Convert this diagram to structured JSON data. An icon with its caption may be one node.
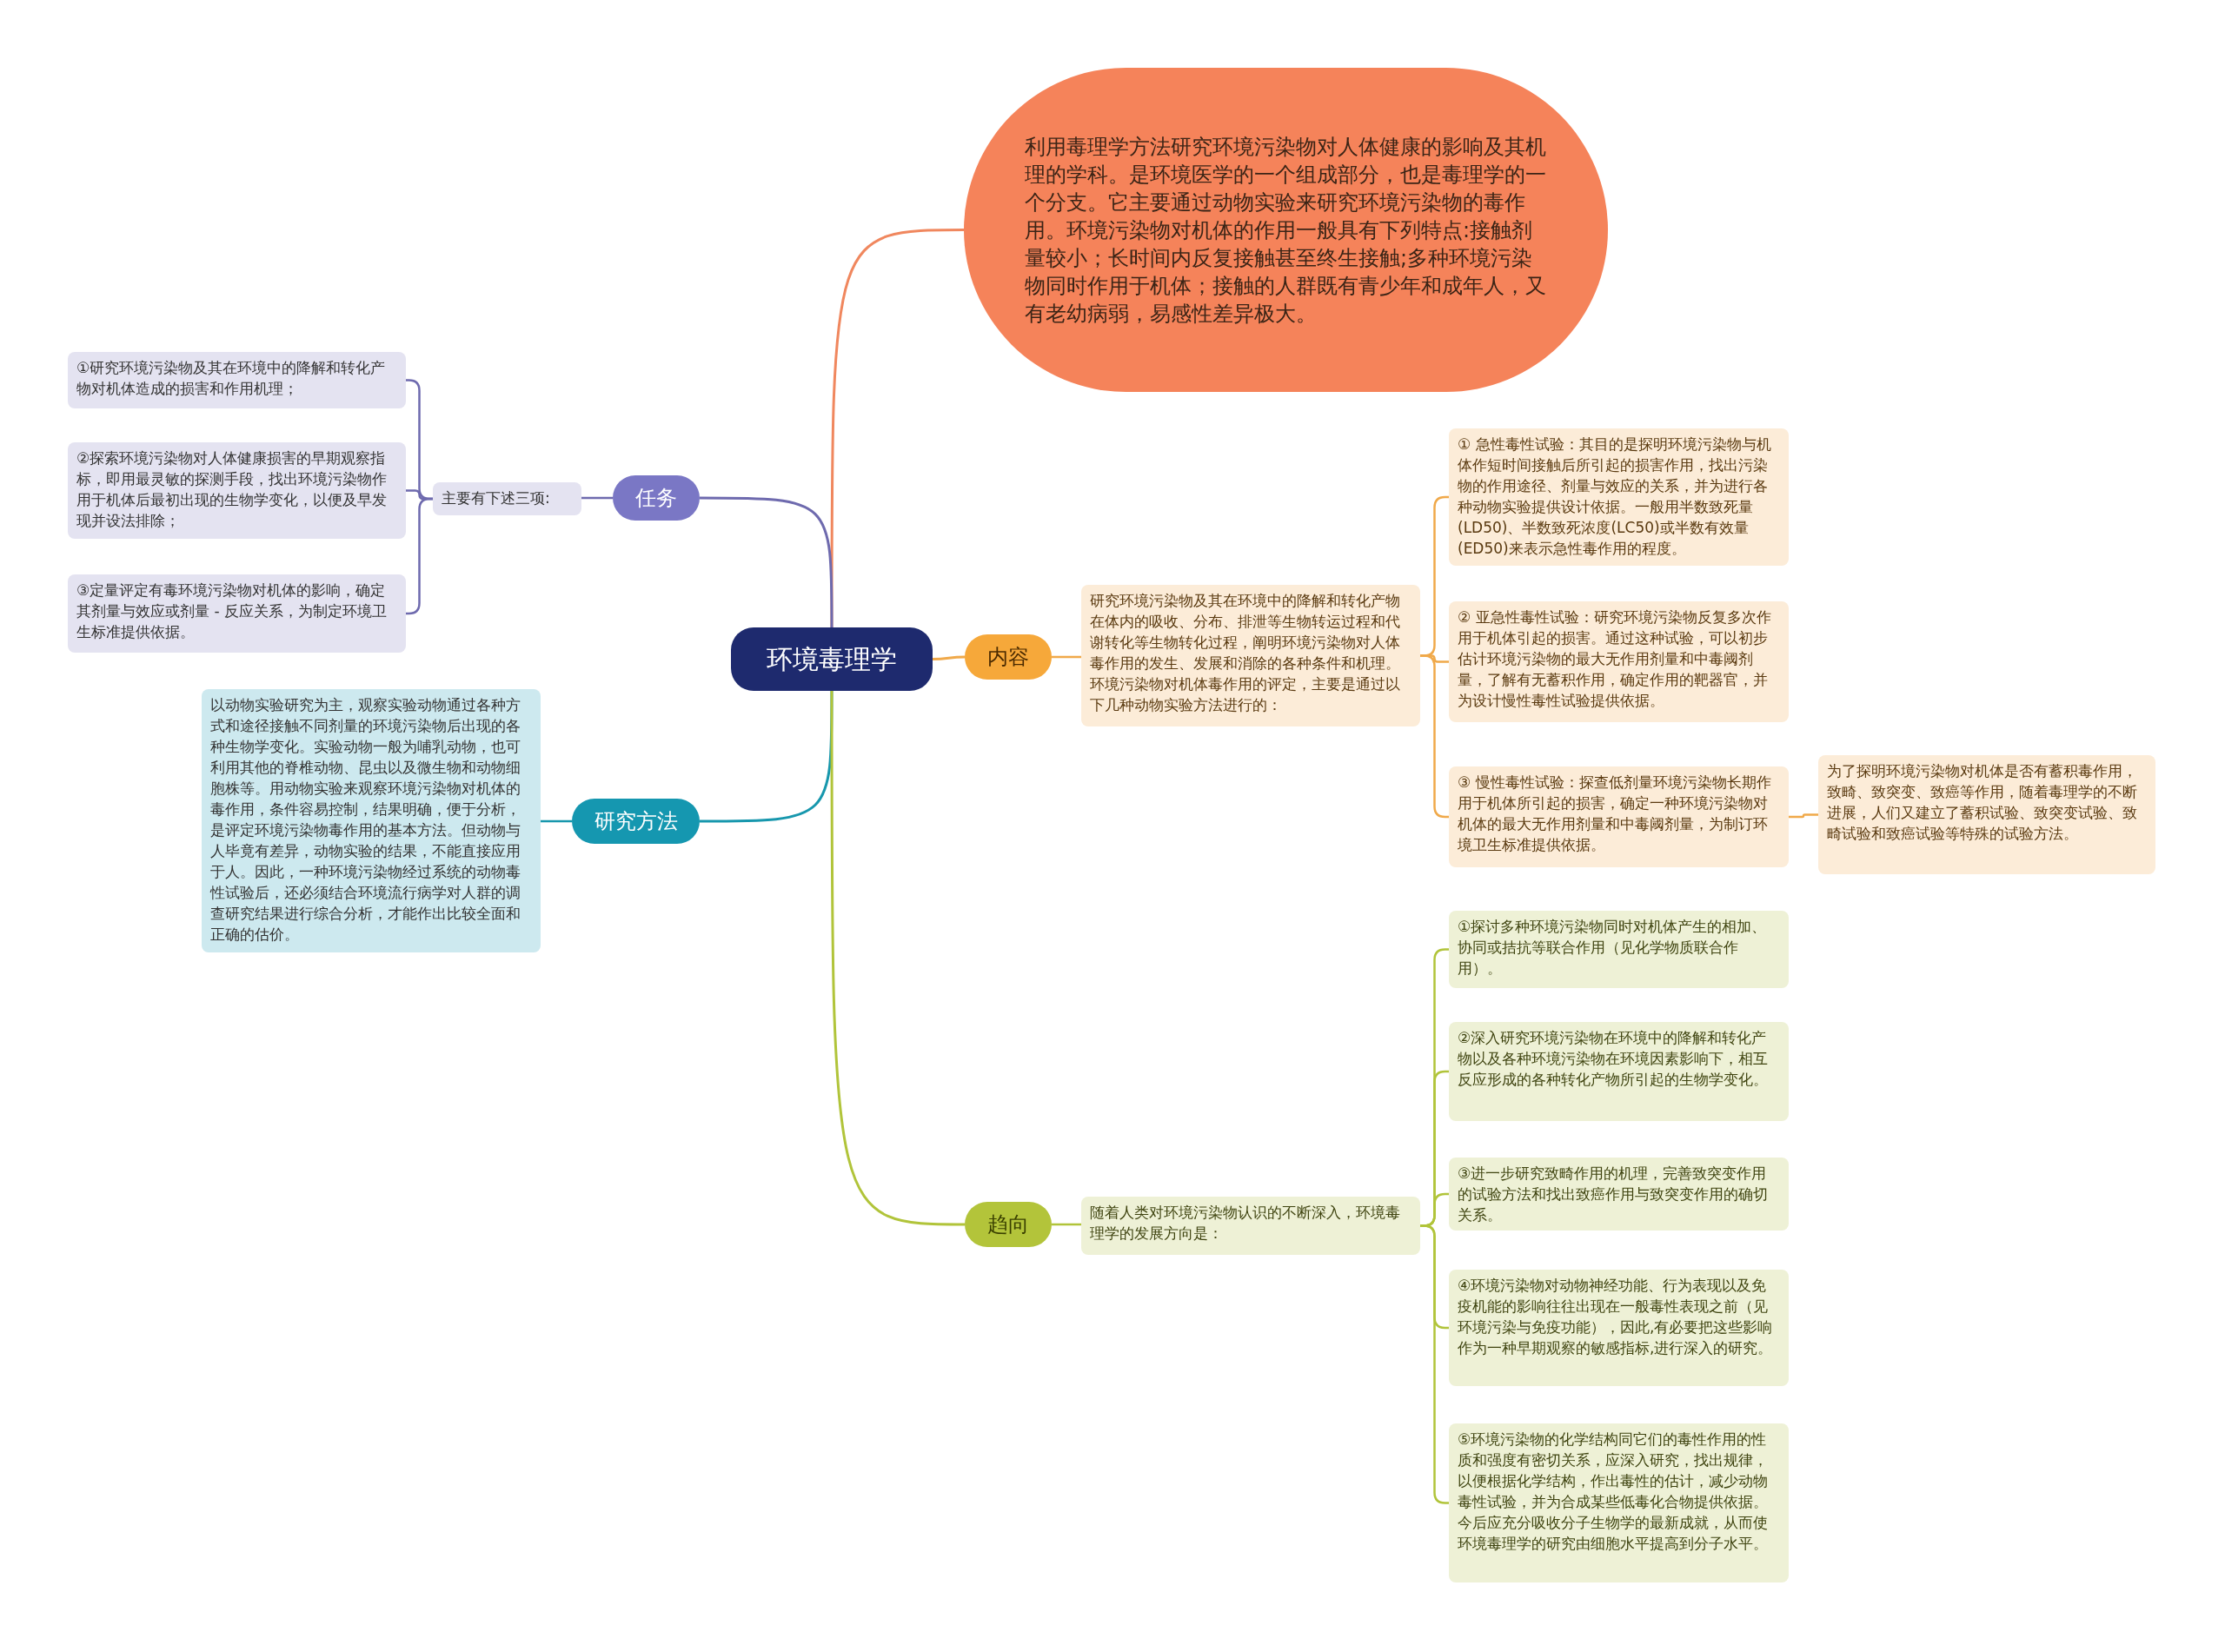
{
  "diagram": {
    "nodes": [
      {
        "text": [
          "环境毒理学"
        ]
      },
      {
        "text": [
          "利用毒理学方法研究环境污染物对人体健康的影响及其机理的学科。是环境医学的一个组成部分，也是毒理学的一个分支。它主要通过动物实验来研究环境污染物的毒作用。环境污染物对机体的作用一般具有下列特点:接触剂量较小；长时间内反复接触甚至终生接触;多种环境污染物同时作用于机体；接触的人群既有青少年和成年人，又有老幼病弱，易感性差异极大。"
        ]
      },
      {
        "text": [
          "任务"
        ]
      },
      {
        "text": [
          "主要有下述三项:"
        ]
      },
      {
        "text": [
          "①研究环境污染物及其在环境中的降解和转化产物对机体造成的损害和作用机理；"
        ]
      },
      {
        "text": [
          "②探索环境污染物对人体健康损害的早期观察指标，即用最灵敏的探测手段，找出环境污染物作用于机体后最初出现的生物学变化，以便及早发现并设法排除；"
        ]
      },
      {
        "text": [
          "③定量评定有毒环境污染物对机体的影响，确定其剂量与效应或剂量 - 反应关系，为制定环境卫生标准提供依据。"
        ]
      },
      {
        "text": [
          "研究方法"
        ]
      },
      {
        "text": [
          "以动物实验研究为主，观察实验动物通过各种方式和途径接触不同剂量的环境污染物后出现的各种生物学变化。实验动物一般为哺乳动物，也可利用其他的脊椎动物、昆虫以及微生物和动物细胞株等。用动物实验来观察环境污染物对机体的毒作用，条件容易控制，结果明确，便于分析，是评定环境污染物毒作用的基本方法。但动物与人毕竟有差异，动物实验的结果，不能直接应用于人。因此，一种环境污染物经过系统的动物毒性试验后，还必须结合环境流行病学对人群的调查研究结果进行综合分析，才能作出比较全面和正确的估价。"
        ]
      },
      {
        "text": [
          "内容"
        ]
      },
      {
        "text": [
          "研究环境污染物及其在环境中的降解和转化产物在体内的吸收、分布、排泄等生物转运过程和代谢转化等生物转化过程，阐明环境污染物对人体毒作用的发生、发展和消除的各种条件和机理。环境污染物对机体毒作用的评定，主要是通过以下几种动物实验方法进行的："
        ]
      },
      {
        "text": [
          "① 急性毒性试验：其目的是探明环境污染物与机体作短时间接触后所引起的损害作用，找出污染物的作用途径、剂量与效应的关系，并为进行各种动物实验提供设计依据。一般用半数致死量 (LD50)、半数致死浓度(LC50)或半数有效量(ED50)来表示急性毒作用的程度。"
        ]
      },
      {
        "text": [
          "② 亚急性毒性试验：研究环境污染物反复多次作用于机体引起的损害。通过这种试验，可以初步估计环境污染物的最大无作用剂量和中毒阈剂量，了解有无蓄积作用，确定作用的靶器官，并为设计慢性毒性试验提供依据。"
        ]
      },
      {
        "text": [
          "③ 慢性毒性试验：探查低剂量环境污染物长期作用于机体所引起的损害，确定一种环境污染物对机体的最大无作用剂量和中毒阈剂量，为制订环境卫生标准提供依据。"
        ]
      },
      {
        "text": [
          "为了探明环境污染物对机体是否有蓄积毒作用，致畸、致突变、致癌等作用，随着毒理学的不断进展，人们又建立了蓄积试验、致突变试验、致畸试验和致癌试验等特殊的试验方法。"
        ]
      },
      {
        "text": [
          "趋向"
        ]
      },
      {
        "text": [
          "随着人类对环境污染物认识的不断深入，环境毒理学的发展方向是："
        ]
      },
      {
        "text": [
          "①探讨多种环境污染物同时对机体产生的相加、协同或拮抗等联合作用（见化学物质联合作用）。"
        ]
      },
      {
        "text": [
          "②深入研究环境污染物在环境中的降解和转化产物以及各种环境污染物在环境因素影响下，相互反应形成的各种转化产物所引起的生物学变化。"
        ]
      },
      {
        "text": [
          "③进一步研究致畸作用的机理，完善致突变作用的试验方法和找出致癌作用与致突变作用的确切关系。"
        ]
      },
      {
        "text": [
          "④环境污染物对动物神经功能、行为表现以及免疫机能的影响往往出现在一般毒性表现之前（见环境污染与免疫功能），因此,有必要把这些影响作为一种早期观察的敏感指标,进行深入的研究。"
        ]
      },
      {
        "text": [
          "⑤环境污染物的化学结构同它们的毒性作用的性质和强度有密切关系，应深入研究，找出规律，以便根据化学结构，作出毒性的估计，减少动物毒性试验，并为合成某些低毒化合物提供依据。今后应充分吸收分子生物学的最新成就，从而使环境毒理学的研究由细胞水平提高到分子水平。"
        ]
      }
    ],
    "edges": [
      {
        "from": 0,
        "to": 1,
        "arrow": "none",
        "color": "#f0875e"
      },
      {
        "from": 0,
        "to": 2,
        "arrow": "none",
        "color": "#6e6aae"
      },
      {
        "from": 2,
        "to": 3,
        "arrow": "none",
        "color": "#6e6aae"
      },
      {
        "from": 3,
        "to": 4,
        "arrow": "none",
        "color": "#6e6aae"
      },
      {
        "from": 3,
        "to": 5,
        "arrow": "none",
        "color": "#6e6aae"
      },
      {
        "from": 3,
        "to": 6,
        "arrow": "none",
        "color": "#6e6aae"
      },
      {
        "from": 0,
        "to": 7,
        "arrow": "none",
        "color": "#1797ad"
      },
      {
        "from": 7,
        "to": 8,
        "arrow": "none",
        "color": "#1797ad"
      },
      {
        "from": 0,
        "to": 9,
        "arrow": "none",
        "color": "#f0a94a"
      },
      {
        "from": 9,
        "to": 10,
        "arrow": "none",
        "color": "#f0a94a"
      },
      {
        "from": 10,
        "to": 11,
        "arrow": "none",
        "color": "#f0a94a"
      },
      {
        "from": 10,
        "to": 12,
        "arrow": "none",
        "color": "#f0a94a"
      },
      {
        "from": 10,
        "to": 13,
        "arrow": "none",
        "color": "#f0a94a"
      },
      {
        "from": 13,
        "to": 14,
        "arrow": "none",
        "color": "#f0a94a"
      },
      {
        "from": 0,
        "to": 15,
        "arrow": "none",
        "color": "#b1c43a"
      },
      {
        "from": 15,
        "to": 16,
        "arrow": "none",
        "color": "#b1c43a"
      },
      {
        "from": 16,
        "to": 17,
        "arrow": "none",
        "color": "#b1c43a"
      },
      {
        "from": 16,
        "to": 18,
        "arrow": "none",
        "color": "#b1c43a"
      },
      {
        "from": 16,
        "to": 19,
        "arrow": "none",
        "color": "#b1c43a"
      },
      {
        "from": 16,
        "to": 20,
        "arrow": "none",
        "color": "#b1c43a"
      },
      {
        "from": 16,
        "to": 21,
        "arrow": "none",
        "color": "#b1c43a"
      }
    ]
  }
}
